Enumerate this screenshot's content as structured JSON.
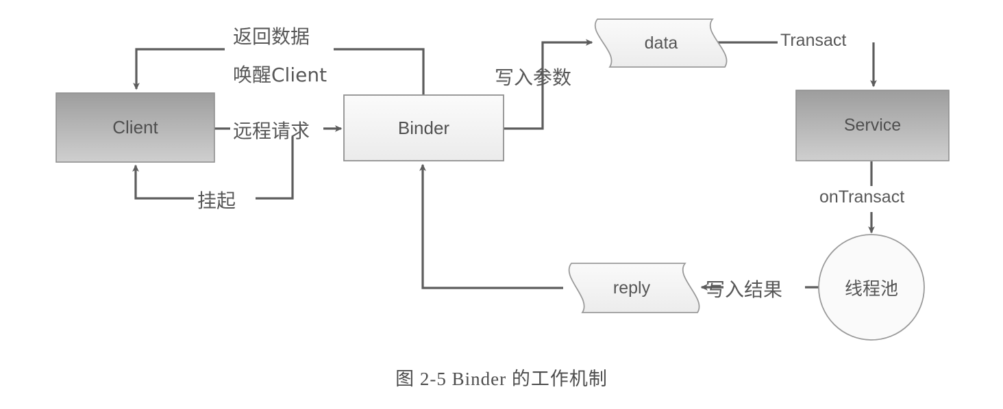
{
  "figure": {
    "caption": "图 2-5    Binder 的工作机制",
    "caption_number": "图 2-5",
    "caption_title": "Binder 的工作机制"
  },
  "nodes": {
    "client": {
      "label": "Client",
      "shape": "rect-gradient"
    },
    "binder": {
      "label": "Binder",
      "shape": "rect-light"
    },
    "service": {
      "label": "Service",
      "shape": "rect-gradient"
    },
    "data": {
      "label": "data",
      "shape": "tape"
    },
    "reply": {
      "label": "reply",
      "shape": "tape"
    },
    "thread_pool": {
      "label": "线程池",
      "shape": "circle"
    }
  },
  "edges": [
    {
      "id": "remote-request",
      "label": "远程请求",
      "from": "client",
      "to": "binder"
    },
    {
      "id": "write-params",
      "label": "写入参数",
      "from": "binder",
      "to": "data"
    },
    {
      "id": "transact",
      "label": "Transact",
      "from": "data",
      "to": "service"
    },
    {
      "id": "on-transact",
      "label": "onTransact",
      "from": "service",
      "to": "thread_pool"
    },
    {
      "id": "write-result",
      "label": "写入结果",
      "from": "thread_pool",
      "to": "reply"
    },
    {
      "id": "reply-to-binder",
      "label": "",
      "from": "reply",
      "to": "binder"
    },
    {
      "id": "return-data",
      "label": "返回数据",
      "from": "binder",
      "to": "client"
    },
    {
      "id": "wake-client",
      "label": "唤醒Client",
      "from": "binder",
      "to": "client"
    },
    {
      "id": "suspend",
      "label": "挂起",
      "from": "client",
      "to": "client"
    }
  ],
  "colors": {
    "line": "#5c5c5c",
    "shape_stroke": "#8c8c8c",
    "text": "#595959",
    "gradient_top": "#a3a3a3",
    "gradient_bottom": "#cccccc",
    "light_fill": "#f2f2f2"
  }
}
